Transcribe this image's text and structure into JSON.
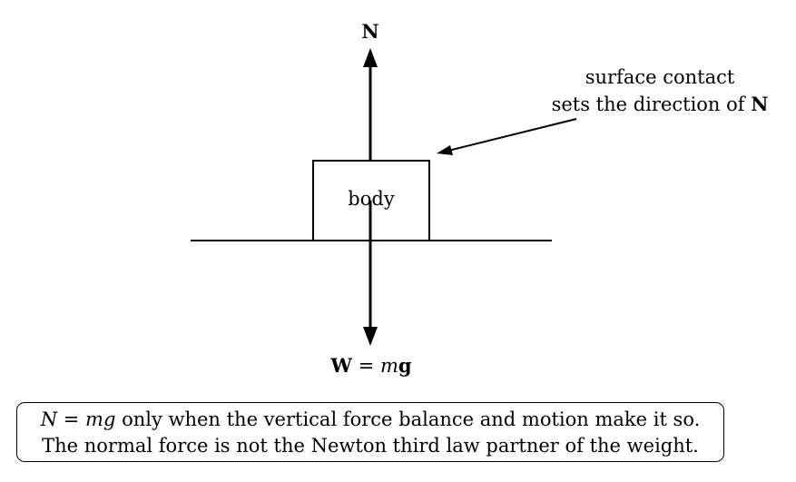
{
  "labels": {
    "normal_force": "N",
    "body": "body",
    "weight_vector": "W",
    "weight_equals": " = ",
    "weight_m": "m",
    "weight_g": "g",
    "annotation_line1": "surface contact",
    "annotation_line2_prefix": "sets the direction of ",
    "annotation_line2_symbol": "N"
  },
  "note": {
    "line1_math_N": "N",
    "line1_equals": " = ",
    "line1_math_mg": "mg",
    "line1_text": " only when the vertical force balance and motion make it so.",
    "line2": "The normal force is not the Newton third law partner of the weight."
  },
  "colors": {
    "ink": "#000000",
    "background": "#ffffff"
  }
}
